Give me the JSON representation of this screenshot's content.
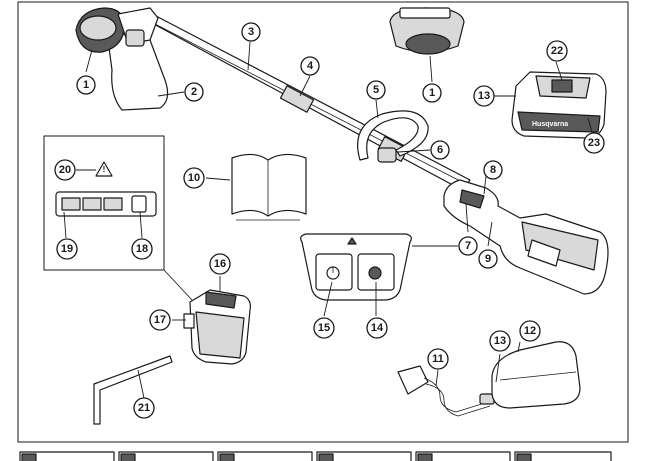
{
  "callouts": [
    {
      "id": "c1a",
      "label": "1"
    },
    {
      "id": "c1b",
      "label": "1"
    },
    {
      "id": "c2",
      "label": "2"
    },
    {
      "id": "c3",
      "label": "3"
    },
    {
      "id": "c4",
      "label": "4"
    },
    {
      "id": "c5",
      "label": "5"
    },
    {
      "id": "c6",
      "label": "6"
    },
    {
      "id": "c7",
      "label": "7"
    },
    {
      "id": "c7b",
      "label": "7"
    },
    {
      "id": "c8",
      "label": "8"
    },
    {
      "id": "c9",
      "label": "9"
    },
    {
      "id": "c10",
      "label": "10"
    },
    {
      "id": "c11",
      "label": "11"
    },
    {
      "id": "c12",
      "label": "12"
    },
    {
      "id": "c13a",
      "label": "13"
    },
    {
      "id": "c13b",
      "label": "13"
    },
    {
      "id": "c14",
      "label": "14"
    },
    {
      "id": "c15",
      "label": "15"
    },
    {
      "id": "c16",
      "label": "16"
    },
    {
      "id": "c17",
      "label": "17"
    },
    {
      "id": "c18",
      "label": "18"
    },
    {
      "id": "c19",
      "label": "19"
    },
    {
      "id": "c20",
      "label": "20"
    },
    {
      "id": "c21",
      "label": "21"
    },
    {
      "id": "c22",
      "label": "22"
    },
    {
      "id": "c23",
      "label": "23"
    }
  ],
  "charger": {
    "brand": "Husqvarna"
  },
  "colors": {
    "ink": "#1a1a1a",
    "fill_light": "#d9d9d9",
    "fill_dark": "#595959"
  }
}
